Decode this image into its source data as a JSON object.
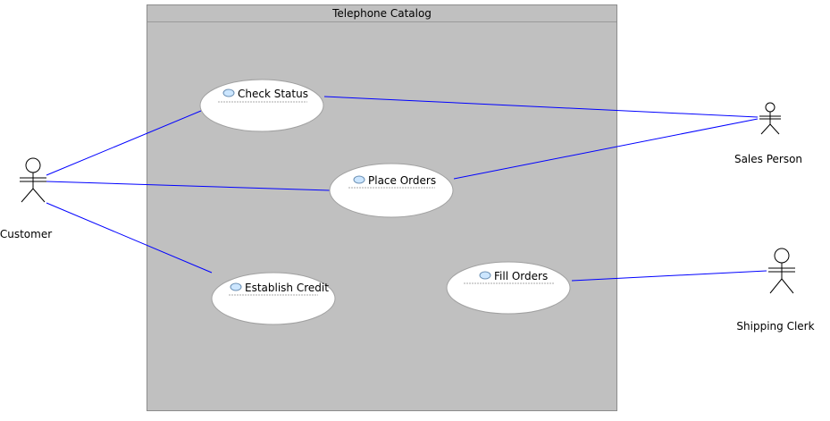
{
  "system": {
    "title": "Telephone Catalog"
  },
  "actors": {
    "customer": "Customer",
    "sales_person": "Sales Person",
    "shipping_clerk": "Shipping Clerk"
  },
  "use_cases": {
    "check_status": "Check Status",
    "place_orders": "Place Orders",
    "establish_credit": "Establish Credit",
    "fill_orders": "Fill Orders"
  },
  "colors": {
    "association_line": "#0000ff",
    "system_fill": "#c0c0c0",
    "use_case_fill": "#ffffff",
    "use_case_icon": "#cce6ff"
  }
}
